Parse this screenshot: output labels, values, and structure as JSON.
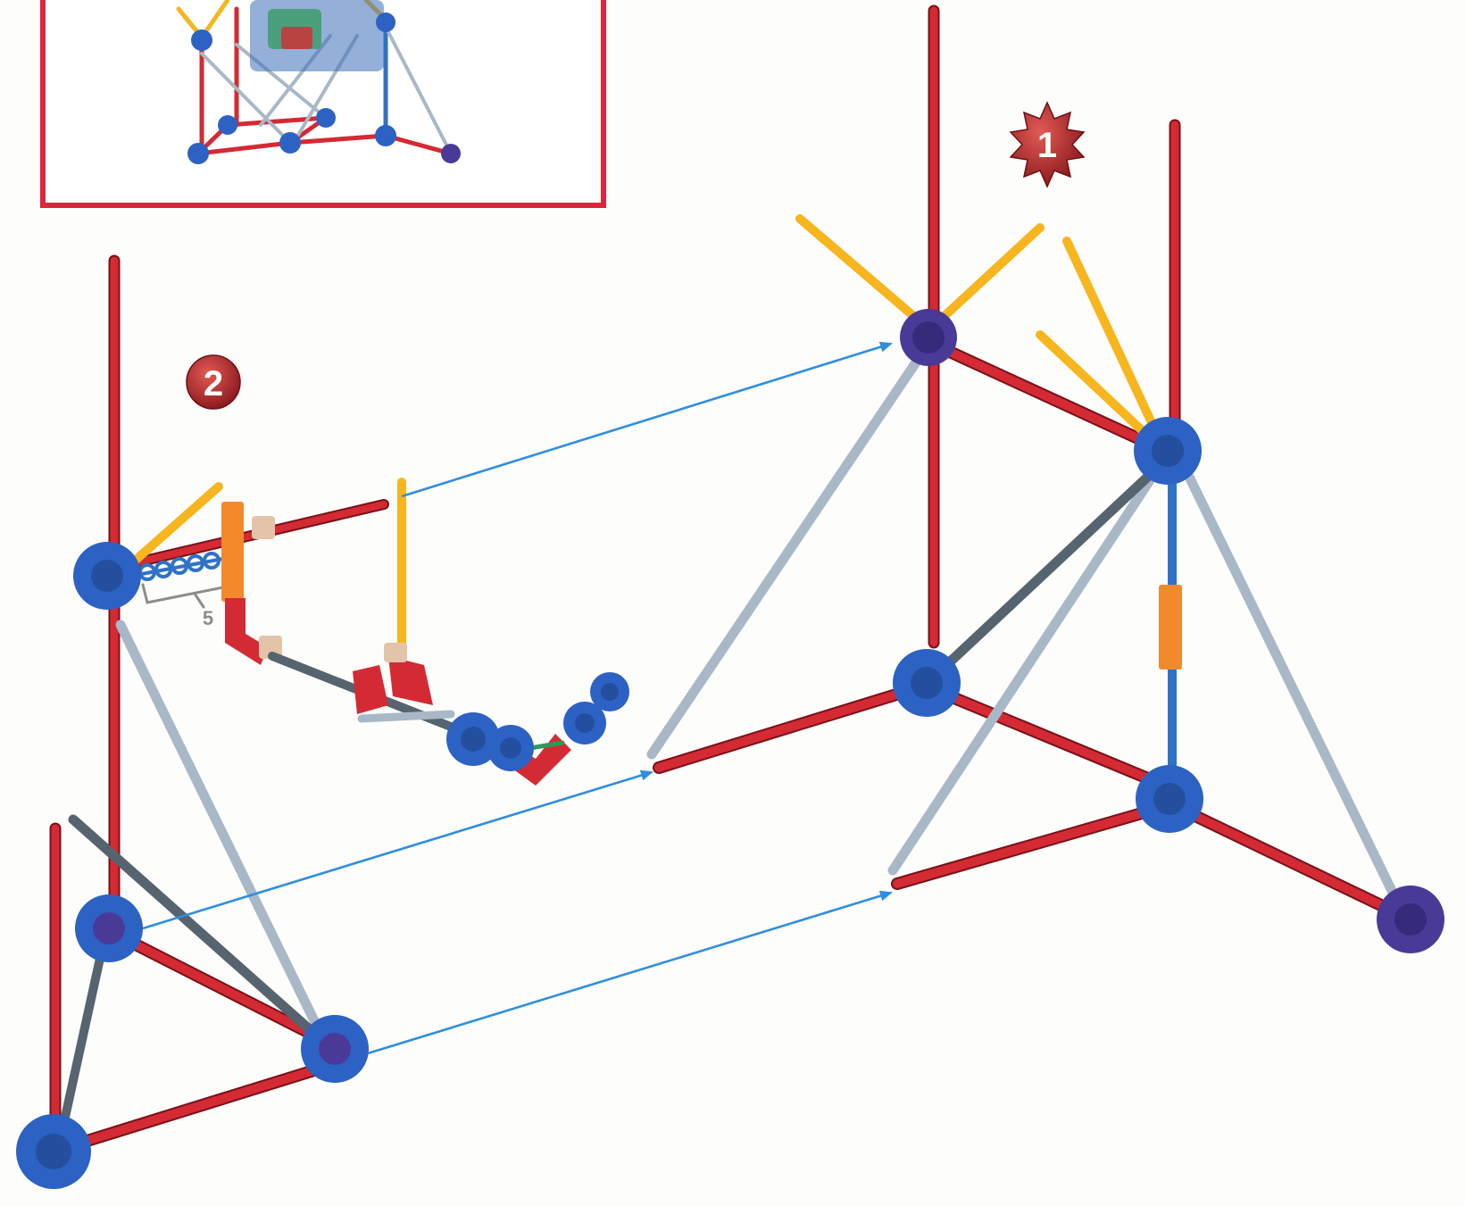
{
  "step_badges": [
    {
      "number": "1"
    },
    {
      "number": "2"
    }
  ],
  "part_count_label": "5",
  "colors": {
    "inset_frame": "#e0243a",
    "red_rod": "#d42a34",
    "yellow_rod": "#f7b51e",
    "gray_rod": "#a9b8c6",
    "dark_gray_rod": "#56646f",
    "blue_rod": "#2f72c8",
    "connector_blue": "#2c62c4",
    "connector_purple": "#4a3a98",
    "arrow": "#2f8ee0",
    "badge": "#b22a2e"
  }
}
